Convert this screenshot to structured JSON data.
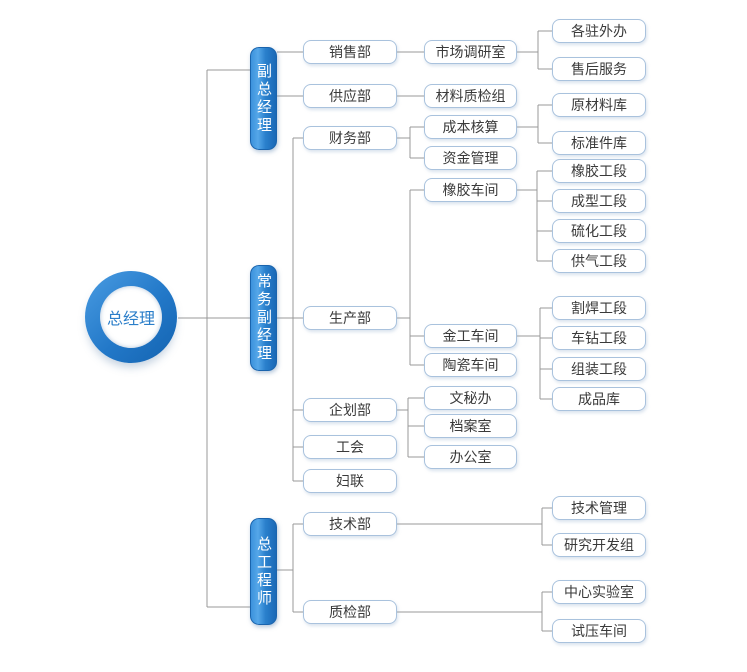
{
  "colors": {
    "bar_blue": "#2a80cc",
    "node_border": "#a9c2dd",
    "connector_line": "#999999",
    "node_text": "#3a3a3a",
    "bar_text": "#ffffff",
    "circle_text": "#2b7ec9"
  },
  "nodes": {
    "ceo": {
      "label": "总经理"
    },
    "deputy_general_manager": {
      "label": "副总经理"
    },
    "executive_deputy_manager": {
      "label": "常务副经理"
    },
    "chief_engineer": {
      "label": "总工程师"
    },
    "sales_dept": {
      "label": "销售部"
    },
    "supply_dept": {
      "label": "供应部"
    },
    "finance_dept": {
      "label": "财务部"
    },
    "production_dept": {
      "label": "生产部"
    },
    "planning_dept": {
      "label": "企划部"
    },
    "labor_union": {
      "label": "工会"
    },
    "womens_federation": {
      "label": "妇联"
    },
    "technology_dept": {
      "label": "技术部"
    },
    "quality_inspection_dept": {
      "label": "质检部"
    },
    "market_research_office": {
      "label": "市场调研室"
    },
    "material_qc_group": {
      "label": "材料质检组"
    },
    "cost_accounting": {
      "label": "成本核算"
    },
    "fund_management": {
      "label": "资金管理"
    },
    "rubber_workshop": {
      "label": "橡胶车间"
    },
    "metalworking_workshop": {
      "label": "金工车间"
    },
    "ceramics_workshop": {
      "label": "陶瓷车间"
    },
    "secretarial_office": {
      "label": "文秘办"
    },
    "archives_room": {
      "label": "档案室"
    },
    "general_office": {
      "label": "办公室"
    },
    "overseas_offices": {
      "label": "各驻外办"
    },
    "after_sales_service": {
      "label": "售后服务"
    },
    "raw_material_warehouse": {
      "label": "原材料库"
    },
    "standard_parts_warehouse": {
      "label": "标准件库"
    },
    "rubber_section": {
      "label": "橡胶工段"
    },
    "molding_section": {
      "label": "成型工段"
    },
    "vulcanization_section": {
      "label": "硫化工段"
    },
    "gas_supply_section": {
      "label": "供气工段"
    },
    "cutting_welding_section": {
      "label": "割焊工段"
    },
    "turning_drilling_section": {
      "label": "车钻工段"
    },
    "assembly_section": {
      "label": "组装工段"
    },
    "finished_goods_warehouse": {
      "label": "成品库"
    },
    "technical_management": {
      "label": "技术管理"
    },
    "rnd_group": {
      "label": "研究开发组"
    },
    "central_laboratory": {
      "label": "中心实验室"
    },
    "pressure_test_workshop": {
      "label": "试压车间"
    }
  },
  "tree": {
    "id": "ceo",
    "children": [
      {
        "id": "deputy_general_manager",
        "children": [
          {
            "id": "sales_dept",
            "children": [
              {
                "id": "market_research_office",
                "children": [
                  {
                    "id": "overseas_offices"
                  },
                  {
                    "id": "after_sales_service"
                  }
                ]
              }
            ]
          },
          {
            "id": "supply_dept",
            "children": [
              {
                "id": "material_qc_group"
              }
            ]
          }
        ]
      },
      {
        "id": "executive_deputy_manager",
        "children": [
          {
            "id": "finance_dept",
            "children": [
              {
                "id": "cost_accounting",
                "children": [
                  {
                    "id": "raw_material_warehouse"
                  },
                  {
                    "id": "standard_parts_warehouse"
                  }
                ]
              },
              {
                "id": "fund_management"
              }
            ]
          },
          {
            "id": "production_dept",
            "children": [
              {
                "id": "rubber_workshop",
                "children": [
                  {
                    "id": "rubber_section"
                  },
                  {
                    "id": "molding_section"
                  },
                  {
                    "id": "vulcanization_section"
                  },
                  {
                    "id": "gas_supply_section"
                  }
                ]
              },
              {
                "id": "metalworking_workshop",
                "children": [
                  {
                    "id": "cutting_welding_section"
                  },
                  {
                    "id": "turning_drilling_section"
                  },
                  {
                    "id": "assembly_section"
                  },
                  {
                    "id": "finished_goods_warehouse"
                  }
                ]
              },
              {
                "id": "ceramics_workshop"
              }
            ]
          },
          {
            "id": "planning_dept",
            "children": [
              {
                "id": "secretarial_office"
              },
              {
                "id": "archives_room"
              },
              {
                "id": "general_office"
              }
            ]
          },
          {
            "id": "labor_union"
          },
          {
            "id": "womens_federation"
          }
        ]
      },
      {
        "id": "chief_engineer",
        "children": [
          {
            "id": "technology_dept",
            "children": [
              {
                "id": "technical_management"
              },
              {
                "id": "rnd_group"
              }
            ]
          },
          {
            "id": "quality_inspection_dept",
            "children": [
              {
                "id": "central_laboratory"
              },
              {
                "id": "pressure_test_workshop"
              }
            ]
          }
        ]
      }
    ]
  }
}
